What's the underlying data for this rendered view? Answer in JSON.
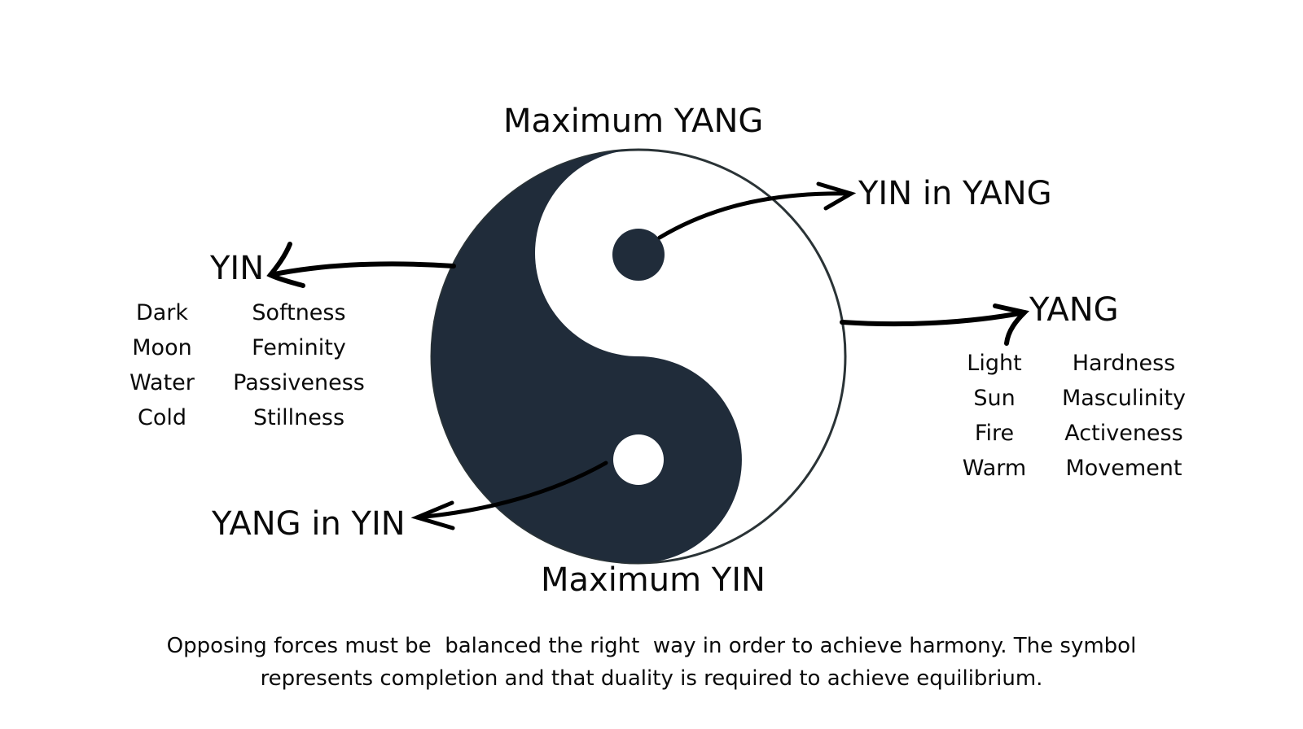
{
  "colors": {
    "dark": "#202c3a",
    "light": "#ffffff",
    "ink": "#0a0a0a"
  },
  "labels": {
    "max_yang": "Maximum YANG",
    "max_yin": "Maximum YIN",
    "yin_in_yang": "YIN in YANG",
    "yang_in_yin": "YANG in YIN",
    "yin": "YIN",
    "yang": "YANG"
  },
  "yin_traits": {
    "col1": [
      "Dark",
      "Moon",
      "Water",
      "Cold"
    ],
    "col2": [
      "Softness",
      "Feminity",
      "Passiveness",
      "Stillness"
    ]
  },
  "yang_traits": {
    "col1": [
      "Light",
      "Sun",
      "Fire",
      "Warm"
    ],
    "col2": [
      "Hardness",
      "Masculinity",
      "Activeness",
      "Movement"
    ]
  },
  "caption": {
    "line1": "Opposing forces must be  balanced the right  way in order to achieve harmony. The symbol",
    "line2": "represents completion and that duality is required to achieve equilibrium."
  }
}
